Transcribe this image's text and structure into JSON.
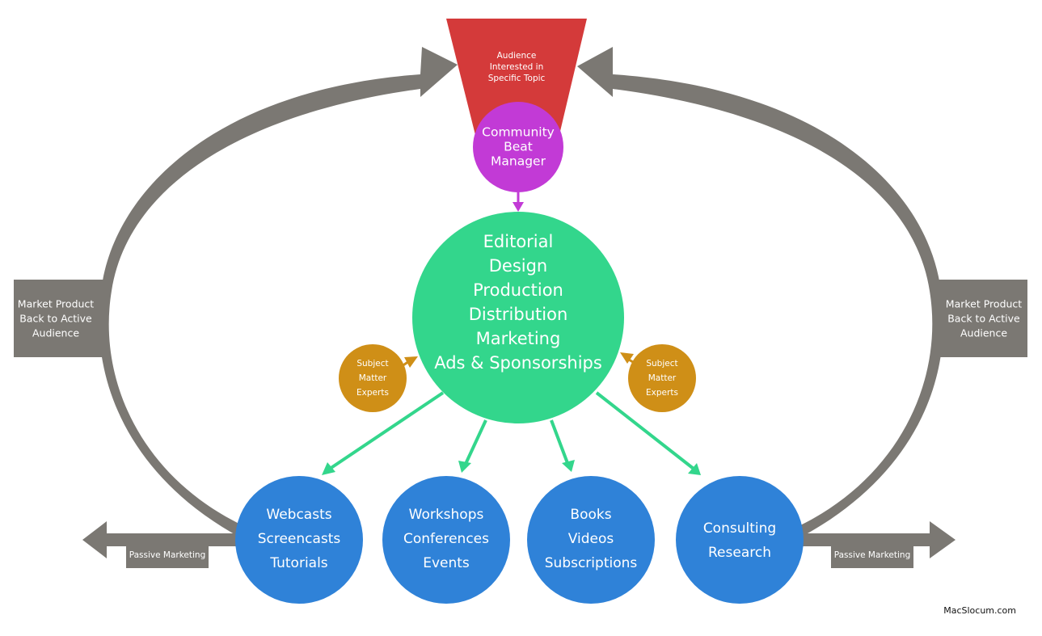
{
  "colors": {
    "arc": "#7b7873",
    "funnel": "#d43a3a",
    "manager": "#c23ad6",
    "hub": "#33d68c",
    "experts": "#cf8f17",
    "outputs": "#2f82d8",
    "label_box": "#7b7873"
  },
  "funnel": {
    "lines": [
      "Audience",
      "Interested in",
      "Specific Topic"
    ]
  },
  "manager": {
    "lines": [
      "Community",
      "Beat",
      "Manager"
    ]
  },
  "hub": {
    "lines": [
      "Editorial",
      "Design",
      "Production",
      "Distribution",
      "Marketing",
      "Ads & Sponsorships"
    ]
  },
  "experts": {
    "left": {
      "lines": [
        "Subject",
        "Matter",
        "Experts"
      ]
    },
    "right": {
      "lines": [
        "Subject",
        "Matter",
        "Experts"
      ]
    }
  },
  "outputs": [
    {
      "lines": [
        "Webcasts",
        "Screencasts",
        "Tutorials"
      ]
    },
    {
      "lines": [
        "Workshops",
        "Conferences",
        "Events"
      ]
    },
    {
      "lines": [
        "Books",
        "Videos",
        "Subscriptions"
      ]
    },
    {
      "lines": [
        "Consulting",
        "Research"
      ]
    }
  ],
  "side_labels": {
    "left": {
      "lines": [
        "Market Product",
        "Back to Active",
        "Audience"
      ]
    },
    "right": {
      "lines": [
        "Market Product",
        "Back to Active",
        "Audience"
      ]
    }
  },
  "passive_labels": {
    "left": "Passive Marketing",
    "right": "Passive Marketing"
  },
  "credit": "MacSlocum.com"
}
